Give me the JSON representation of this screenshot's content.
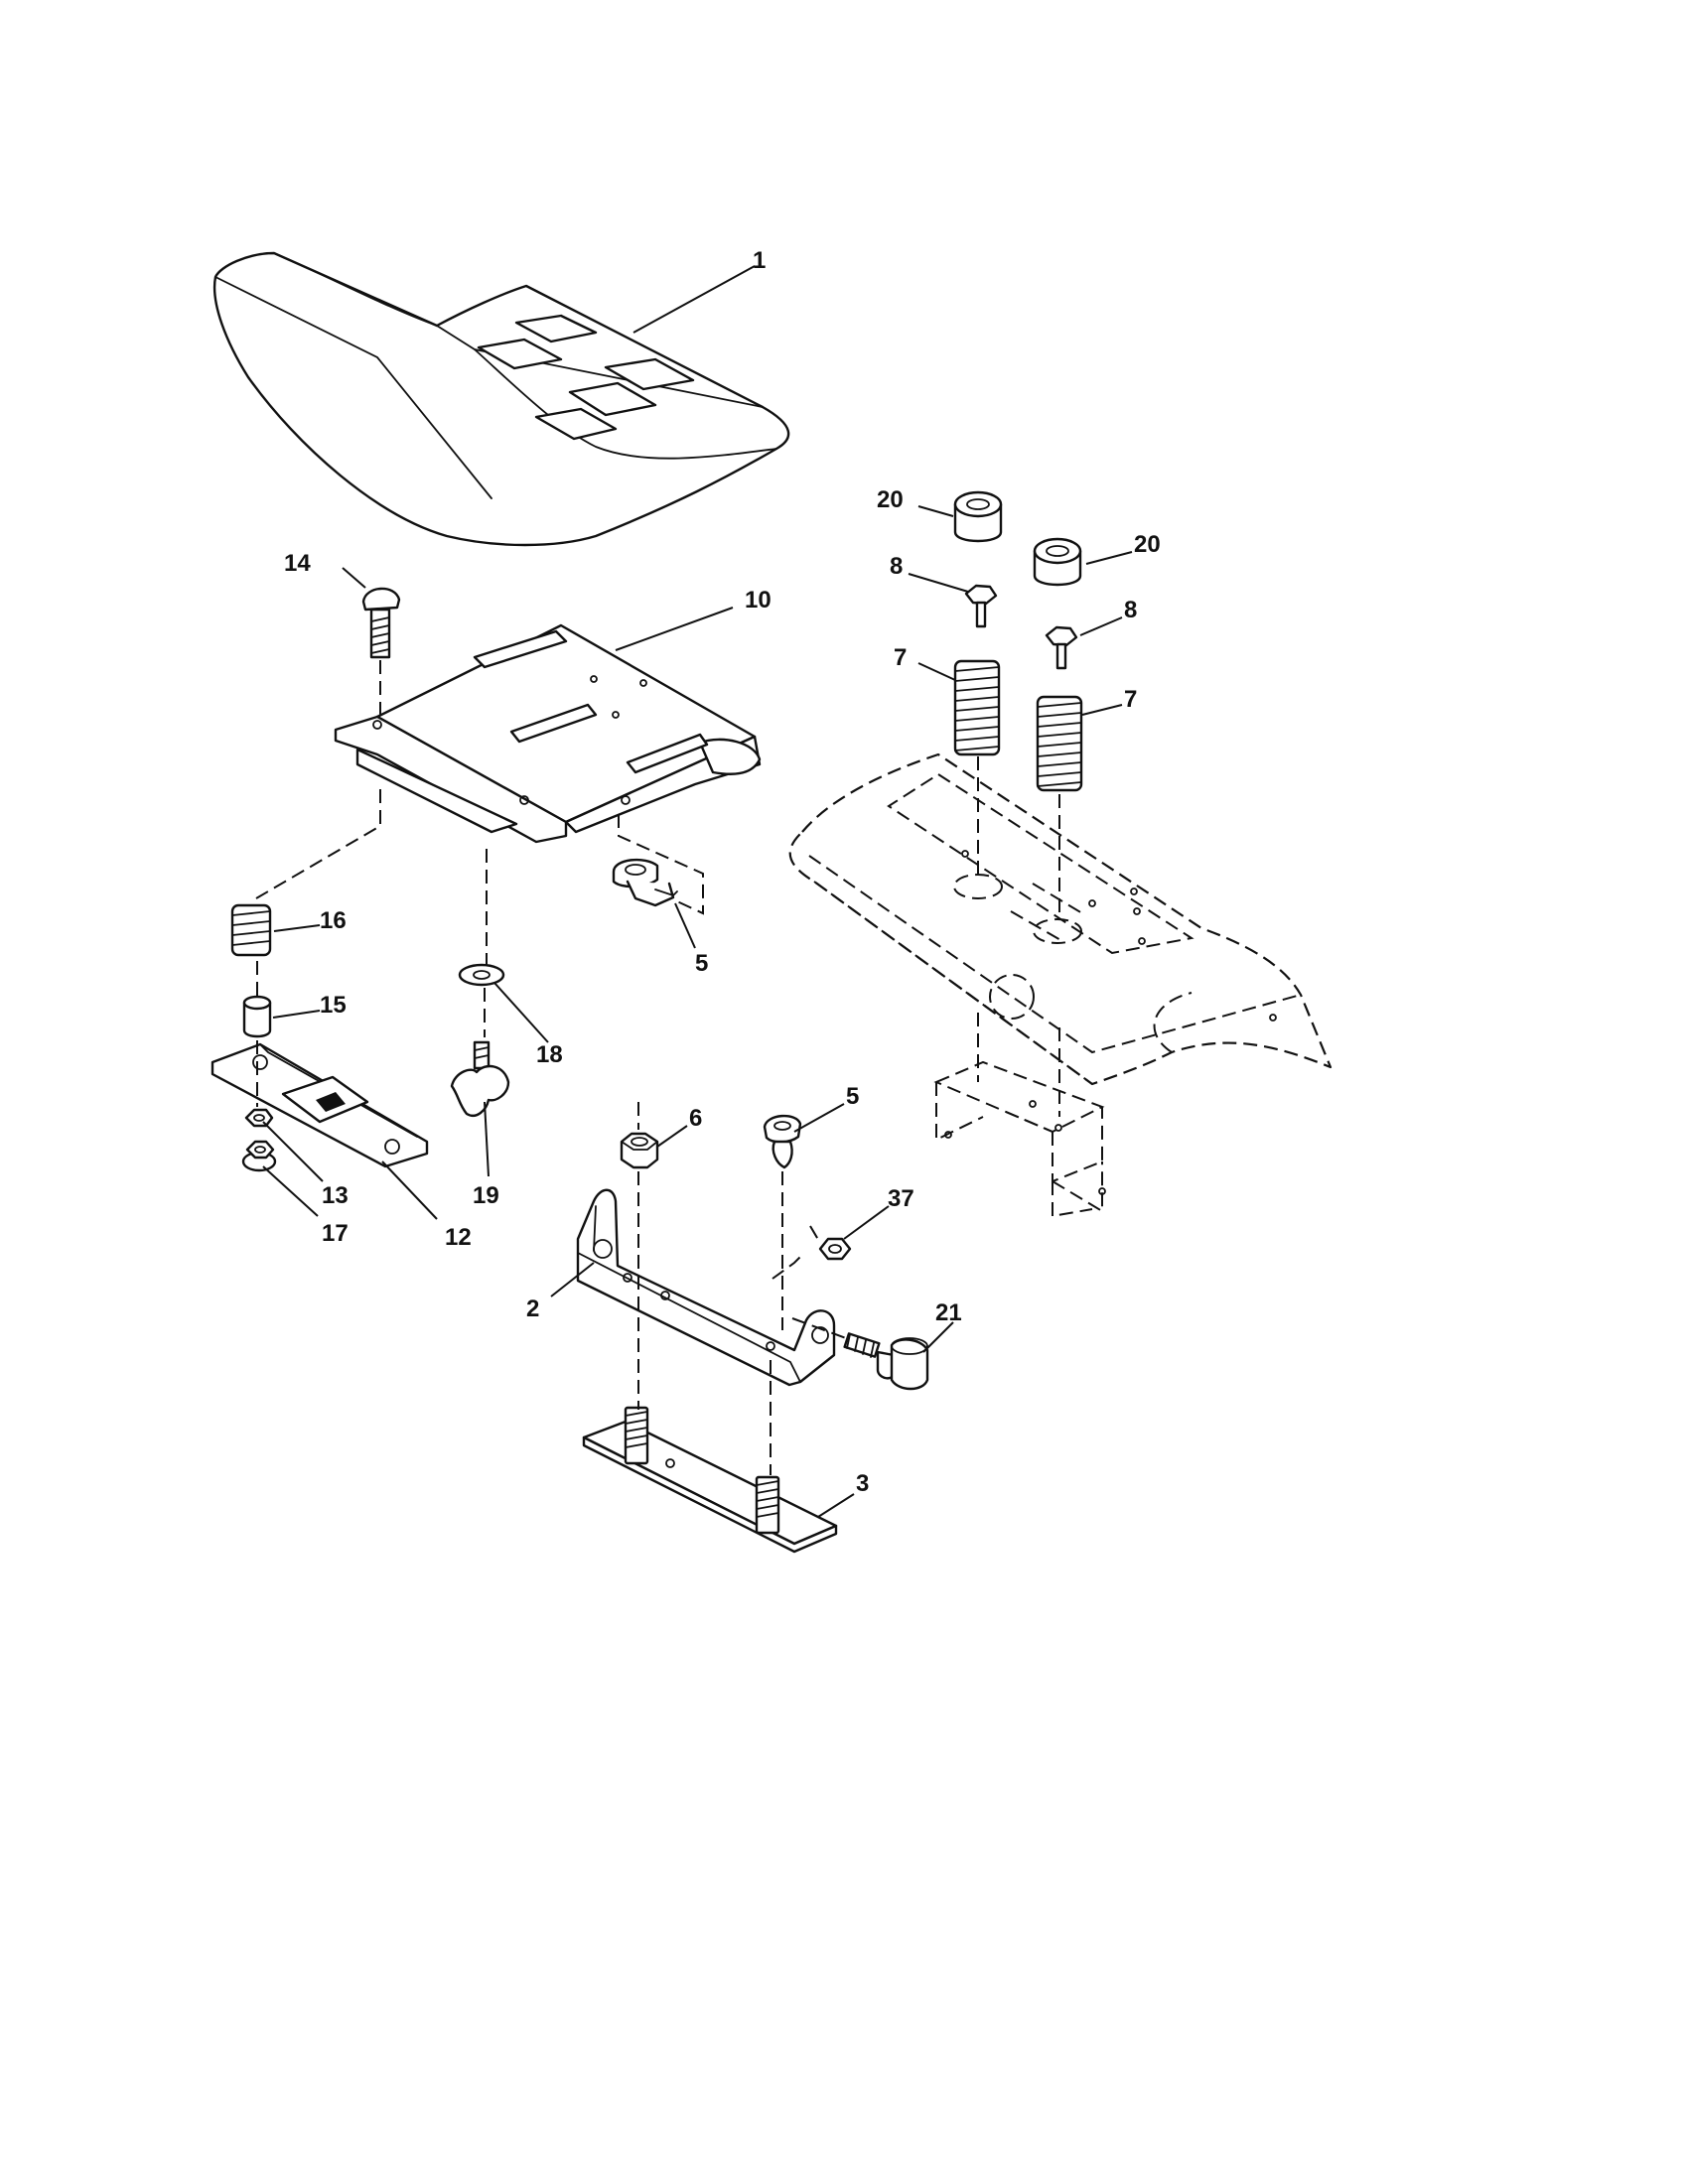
{
  "callouts": [
    {
      "id": "c1",
      "label": "1"
    },
    {
      "id": "c20a",
      "label": "20"
    },
    {
      "id": "c20b",
      "label": "20"
    },
    {
      "id": "c14",
      "label": "14"
    },
    {
      "id": "c10",
      "label": "10"
    },
    {
      "id": "c8a",
      "label": "8"
    },
    {
      "id": "c8b",
      "label": "8"
    },
    {
      "id": "c7a",
      "label": "7"
    },
    {
      "id": "c7b",
      "label": "7"
    },
    {
      "id": "c16",
      "label": "16"
    },
    {
      "id": "c5a",
      "label": "5"
    },
    {
      "id": "c15",
      "label": "15"
    },
    {
      "id": "c18",
      "label": "18"
    },
    {
      "id": "c6",
      "label": "6"
    },
    {
      "id": "c5b",
      "label": "5"
    },
    {
      "id": "c13",
      "label": "13"
    },
    {
      "id": "c19",
      "label": "19"
    },
    {
      "id": "c17",
      "label": "17"
    },
    {
      "id": "c12",
      "label": "12"
    },
    {
      "id": "c37",
      "label": "37"
    },
    {
      "id": "c2",
      "label": "2"
    },
    {
      "id": "c21",
      "label": "21"
    },
    {
      "id": "c3",
      "label": "3"
    }
  ]
}
